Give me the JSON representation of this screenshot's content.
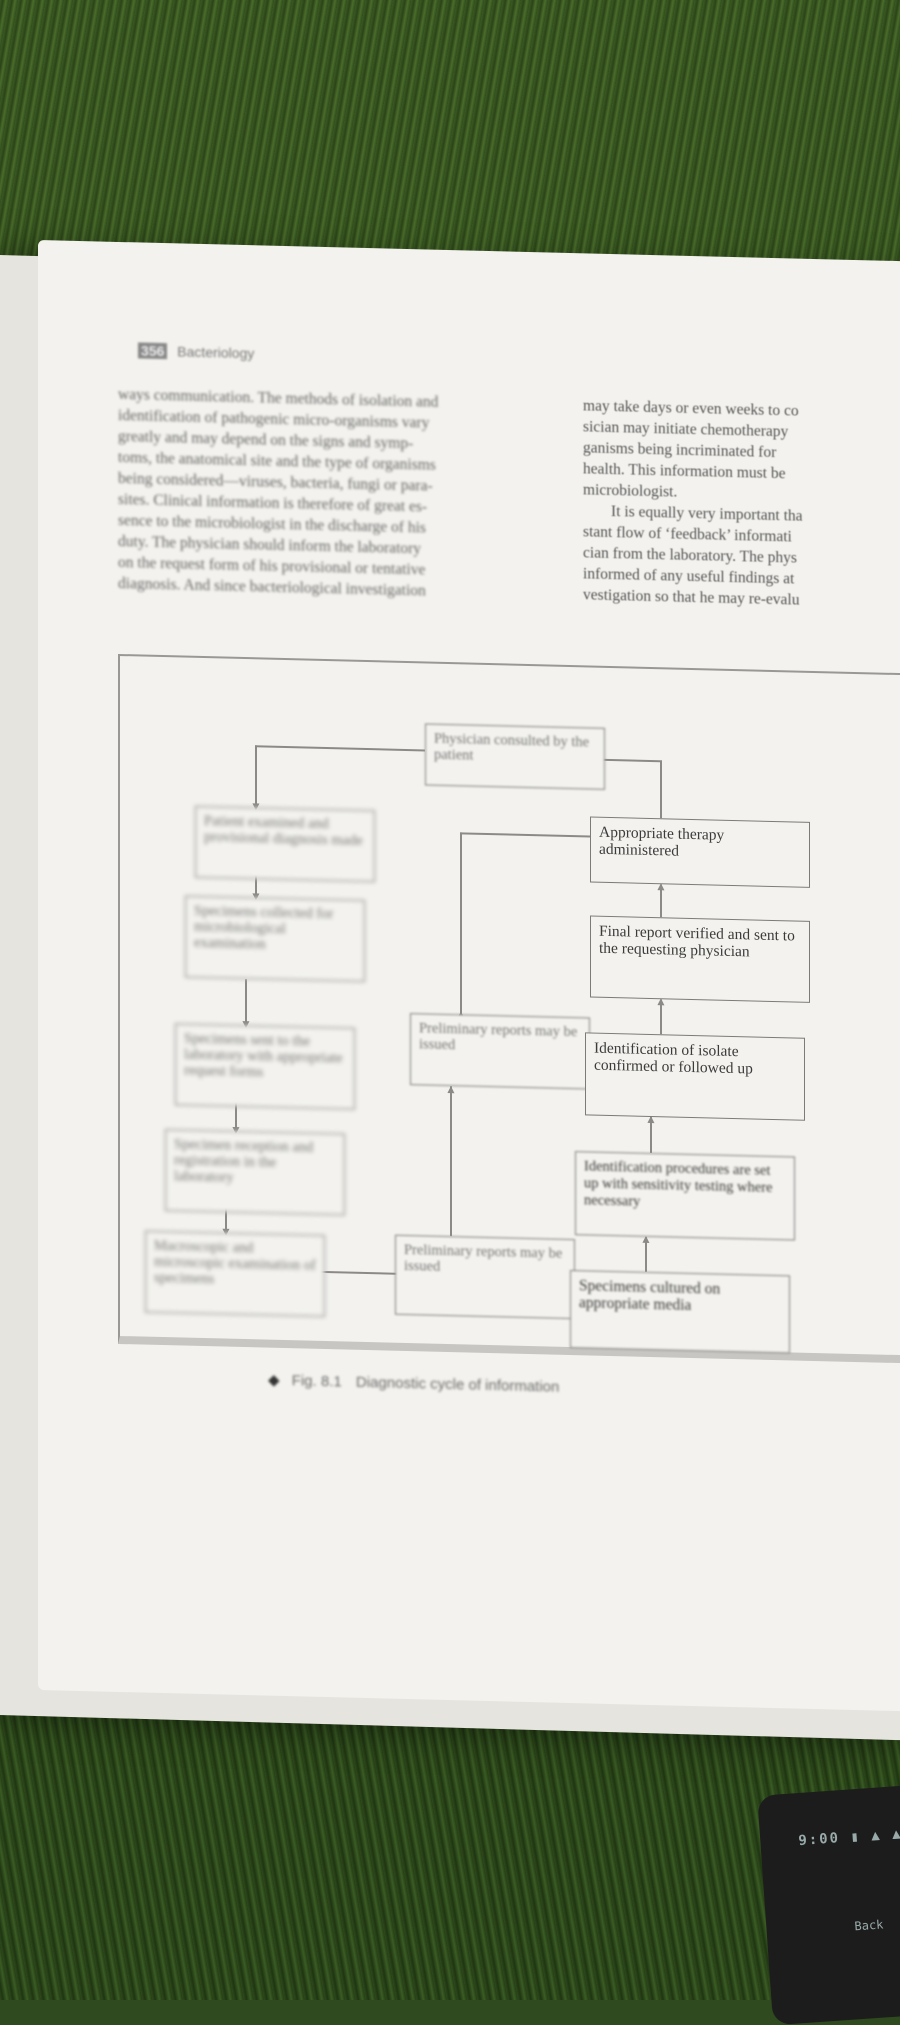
{
  "header": {
    "page_number": "356",
    "running_title": "Bacteriology"
  },
  "left_column": [
    "ways communication. The methods of isolation and",
    "identification of pathogenic micro-organisms vary",
    "greatly and may depend on the signs and symp-",
    "toms, the anatomical site and the type of organisms",
    "being considered—viruses, bacteria, fungi or para-",
    "sites. Clinical information is therefore of great es-",
    "sence to the microbiologist in the discharge of his",
    "duty. The physician should inform the laboratory",
    "on the request form of his provisional or tentative",
    "diagnosis. And since bacteriological investigation"
  ],
  "right_column": {
    "para1": [
      "may take days or even weeks to co",
      "sician may initiate chemotherapy",
      "ganisms being incriminated for",
      "health. This information must be",
      "microbiologist."
    ],
    "para2": [
      "It is equally very important tha",
      "stant flow of ‘feedback’ informati",
      "cian from the laboratory. The phys",
      "informed of any useful findings at",
      "vestigation so that he may re-evalu"
    ]
  },
  "flowchart": {
    "physician": "Physician consulted by the patient",
    "left": [
      "Patient examined and provisional diagnosis made",
      "Specimens collected for microbiological examination",
      "Specimens sent to the laboratory with appropriate request forms",
      "Specimen reception and registration in the laboratory",
      "Macroscopic and microscopic examination of specimens"
    ],
    "middle_upper": "Preliminary reports may be issued",
    "middle_lower": "Preliminary reports may be issued",
    "right": [
      "Appropriate therapy administered",
      "Final report verified and sent to the requesting physician",
      "Identification of isolate confirmed or followed up",
      "Identification procedures are set up with sensitivity testing where necessary",
      "Specimens cultured on appropriate media"
    ]
  },
  "caption": {
    "label": "Fig. 8.1",
    "text": "Diagnostic cycle of information"
  },
  "phone": {
    "line1": "9:00 ▮ ▲ ▲",
    "line2": "Back"
  }
}
